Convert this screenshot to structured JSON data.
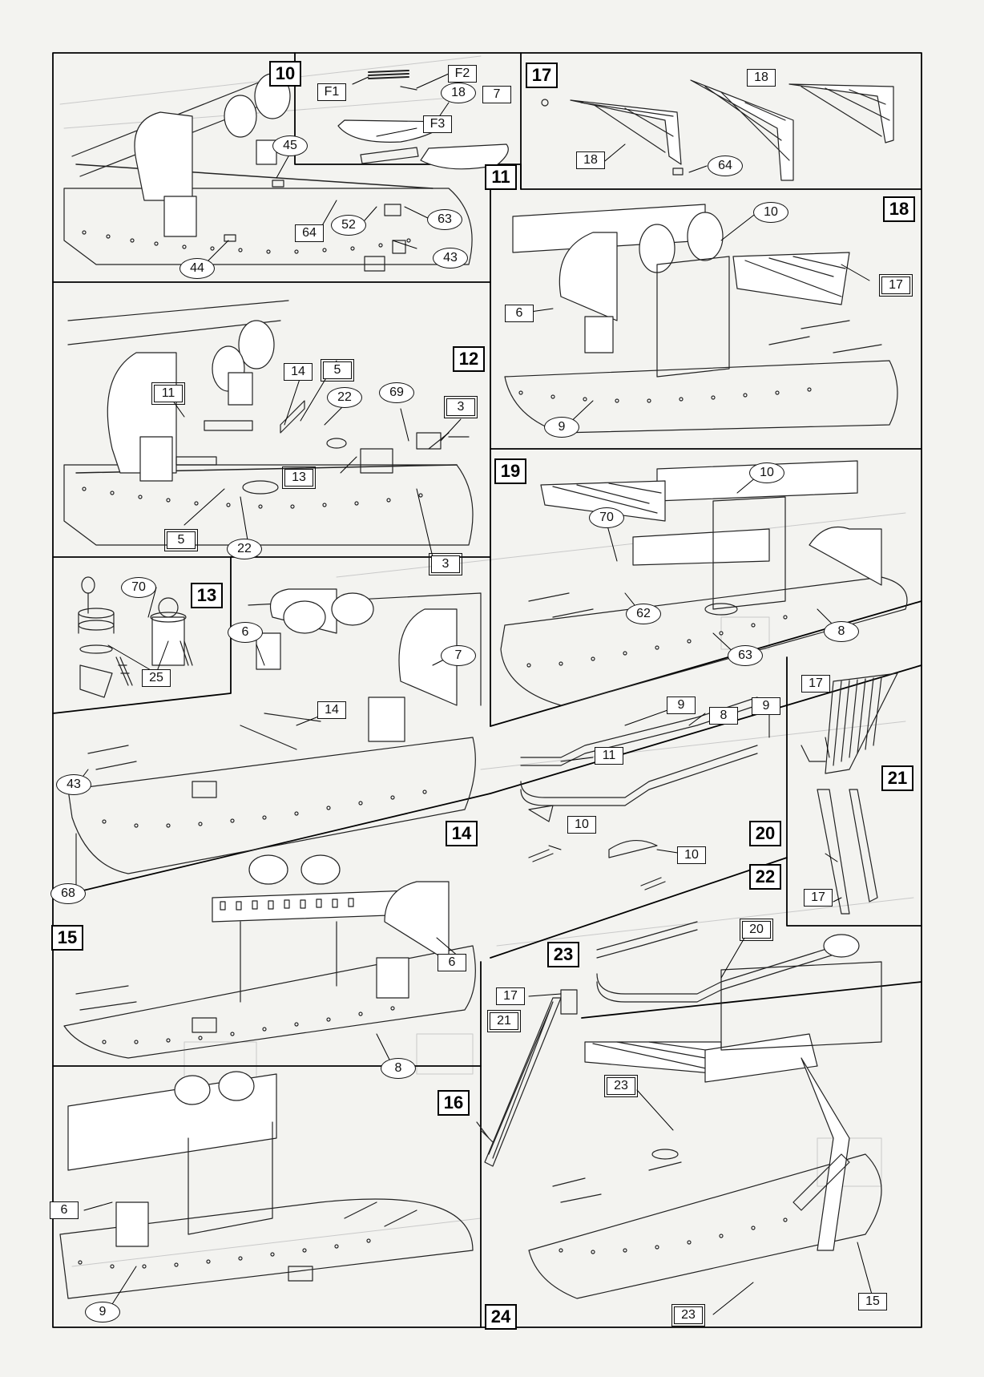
{
  "steps": {
    "s10": "10",
    "s11": "11",
    "s12": "12",
    "s13": "13",
    "s14": "14",
    "s15": "15",
    "s16": "16",
    "s17": "17",
    "s18": "18",
    "s19": "19",
    "s20": "20",
    "s21": "21",
    "s22": "22",
    "s23": "23",
    "s24": "24"
  },
  "callouts": {
    "c10_45": "45",
    "c10_64": "64",
    "c10_52": "52",
    "c10_63": "63",
    "c10_43": "43",
    "c10_44": "44",
    "c11_F1": "F1",
    "c11_F2": "F2",
    "c11_18": "18",
    "c11_7": "7",
    "c11_F3": "F3",
    "c12_11": "11",
    "c12_14": "14",
    "c12_5a": "5",
    "c12_22a": "22",
    "c12_69": "69",
    "c12_3a": "3",
    "c12_13": "13",
    "c12_5b": "5",
    "c12_22b": "22",
    "c12_3b": "3",
    "c13_70": "70",
    "c13_25": "25",
    "c14_6": "6",
    "c14_7": "7",
    "c14_14": "14",
    "c14_43": "43",
    "c14_68": "68",
    "c15_6": "6",
    "c15_8": "8",
    "c16_6": "6",
    "c16_9": "9",
    "c17_18a": "18",
    "c17_18b": "18",
    "c17_64": "64",
    "c18_10": "10",
    "c18_17": "17",
    "c18_6": "6",
    "c18_9": "9",
    "c19_10": "10",
    "c19_70": "70",
    "c19_62": "62",
    "c19_63": "63",
    "c19_8": "8",
    "c20_9a": "9",
    "c20_8": "8",
    "c20_9b": "9",
    "c20_11": "11",
    "c20_10a": "10",
    "c20_10b": "10",
    "c21_17a": "17",
    "c21_17b": "17",
    "c22_20": "20",
    "c23_17": "17",
    "c23_21": "21",
    "c24_23a": "23",
    "c24_15": "15",
    "c24_23b": "23"
  }
}
